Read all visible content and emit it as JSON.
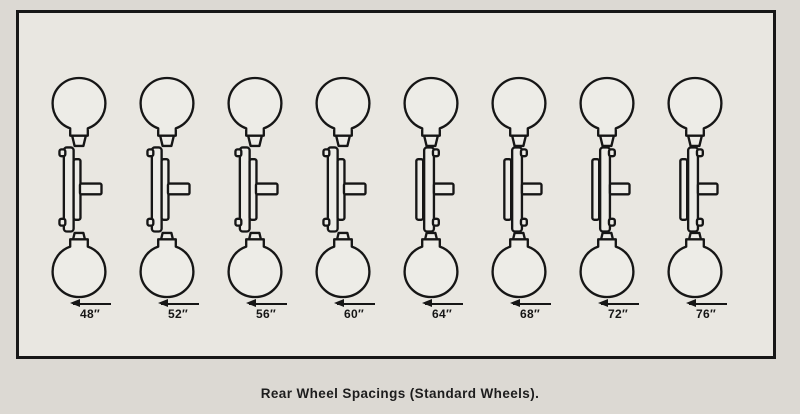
{
  "page": {
    "caption": "Rear Wheel Spacings (Standard Wheels)."
  },
  "figures": [
    {
      "label": "48″"
    },
    {
      "label": "52″"
    },
    {
      "label": "56″"
    },
    {
      "label": "60″"
    },
    {
      "label": "64″"
    },
    {
      "label": "68″"
    },
    {
      "label": "72″"
    },
    {
      "label": "76″"
    }
  ],
  "colors": {
    "ink": "#161616",
    "paper": "#dcd9d3",
    "panel": "#e9e7e1"
  }
}
